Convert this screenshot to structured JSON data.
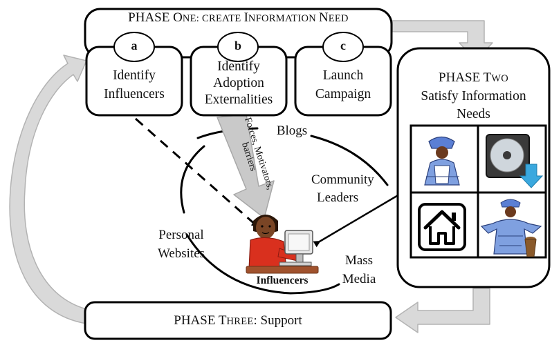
{
  "phase_one": {
    "title_lead": "PHASE O",
    "title_rest": "NE: C",
    "title_word_2": "REATE",
    "title_word_3_lead": "I",
    "title_word_3": "NFORMATION",
    "title_word_4_lead": "N",
    "title_word_4": "EED",
    "steps": [
      {
        "letter": "a",
        "line1": "Identify",
        "line2": "Influencers",
        "line3": ""
      },
      {
        "letter": "b",
        "line1": "Identify",
        "line2": "Adoption",
        "line3": "Externalities"
      },
      {
        "letter": "c",
        "line1": "Launch",
        "line2": "Campaign",
        "line3": ""
      }
    ]
  },
  "phase_two": {
    "title_lead": "PHASE T",
    "title_rest": "WO",
    "line2": "Satisfy Information",
    "line3": "Needs",
    "grid_icons": [
      "woman-in-robe-icon",
      "disc-download-icon",
      "home-icon",
      "man-with-drum-icon"
    ]
  },
  "phase_three": {
    "title_lead": "PHASE T",
    "title_rest": "HREE",
    "title_tail": ": Support"
  },
  "center": {
    "arrow_label_line1": "Forces, Motivators,",
    "arrow_label_line2": "barriers",
    "channels": {
      "blogs": "Blogs",
      "community_1": "Community",
      "community_2": "Leaders",
      "personal_1": "Personal",
      "personal_2": "Websites",
      "media_1": "Mass",
      "media_2": "Media"
    },
    "influencer_label": "Influencers"
  },
  "colors": {
    "box_border": "#000000",
    "flow_arrow_fill": "#d9d9d9",
    "flow_arrow_stroke": "#b3b3b3",
    "shirt": "#d9301e",
    "robe_blue": "#5b7fd4",
    "download_arrow": "#3aa8de"
  }
}
